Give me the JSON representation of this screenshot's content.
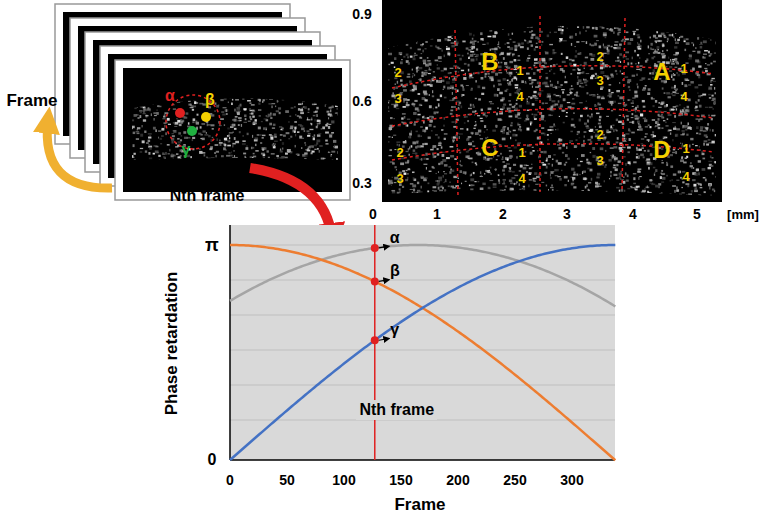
{
  "diagram": {
    "labels": [
      "Frame",
      "α",
      "β",
      "γ",
      "Nth frame",
      "0.9",
      "0.6",
      "0.3",
      "0",
      "1",
      "2",
      "3",
      "4",
      "5",
      "[mm]",
      "B",
      "A",
      "C",
      "D",
      "2",
      "3",
      "1",
      "4",
      "2",
      "3",
      "1",
      "4",
      "2",
      "3",
      "1",
      "4",
      "2",
      "3",
      "1",
      "4",
      "π",
      "0",
      "0",
      "50",
      "100",
      "150",
      "200",
      "250",
      "300",
      "Phase retardation",
      "Frame",
      "α",
      "β",
      "γ",
      "Nth frame"
    ]
  }
}
